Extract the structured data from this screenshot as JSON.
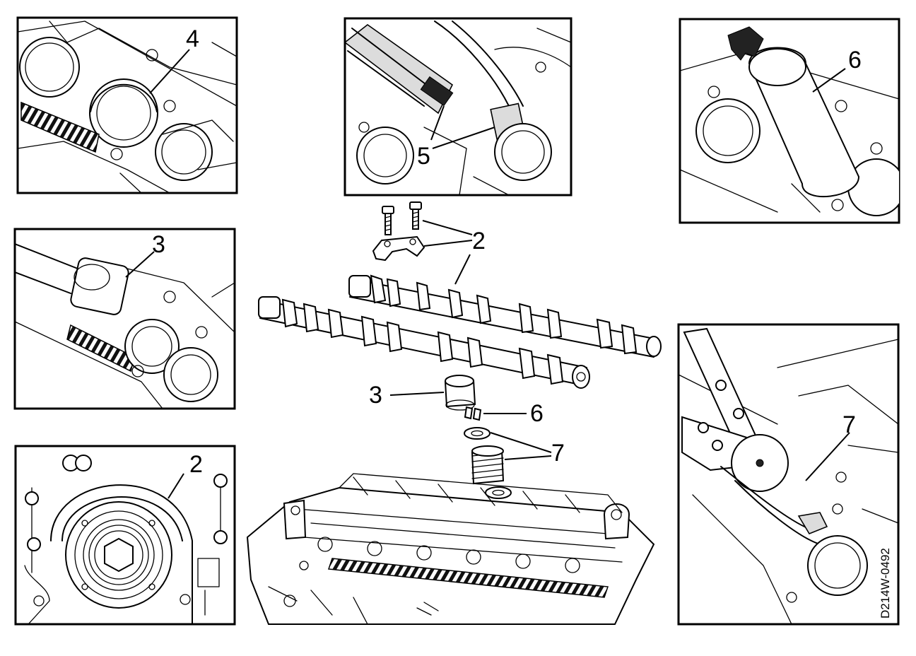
{
  "figure_code": "D214W-0492",
  "panels": [
    {
      "id": "top-left",
      "callout": "4"
    },
    {
      "id": "top-middle",
      "callout": "5"
    },
    {
      "id": "top-right",
      "callout": "6"
    },
    {
      "id": "middle-left",
      "callout": "3"
    },
    {
      "id": "bottom-left",
      "callout": "2"
    },
    {
      "id": "bottom-right",
      "callout": "7"
    }
  ],
  "exploded_view": {
    "callouts": [
      "2",
      "3",
      "6",
      "7"
    ]
  },
  "colors": {
    "line": "#000000",
    "background": "#ffffff"
  }
}
